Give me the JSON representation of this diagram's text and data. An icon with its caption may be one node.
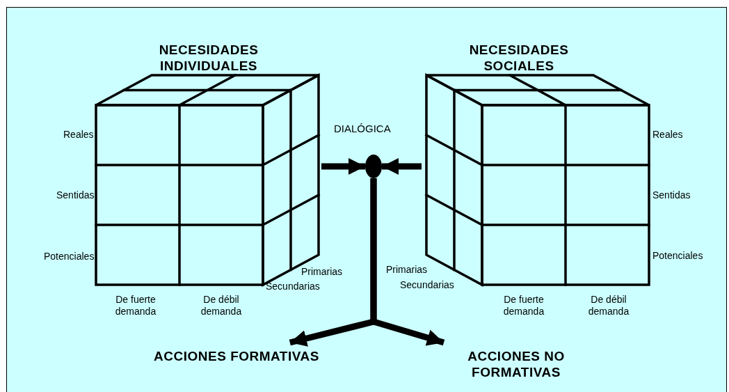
{
  "diagram": {
    "nodes": [
      {
        "text": [
          "NECESIDADES INDIVIDUALES"
        ]
      },
      {
        "text": [
          "NECESIDADES SOCIALES"
        ]
      },
      {
        "text": [],
        "shape": "circle",
        "beside": [
          "DIALÓGICA"
        ]
      },
      {
        "text": [
          "ACCIONES FORMATIVAS"
        ]
      },
      {
        "text": [
          "ACCIONES NO FORMATIVAS"
        ]
      }
    ],
    "edges": [
      {
        "from": 0,
        "to": 2,
        "arrow": "to"
      },
      {
        "from": 1,
        "to": 2,
        "arrow": "to"
      },
      {
        "from": 2,
        "to": 3,
        "arrow": "to"
      },
      {
        "from": 2,
        "to": 4,
        "arrow": "to"
      }
    ],
    "labels": [
      "Reales",
      "Sentidas",
      "Potenciales",
      "Primarias",
      "Secundarias",
      "De fuerte demanda",
      "De débil demanda",
      "Primarias",
      "Secundarias",
      "Reales",
      "Sentidas",
      "Potenciales",
      "De fuerte demanda",
      "De débil demanda"
    ]
  }
}
